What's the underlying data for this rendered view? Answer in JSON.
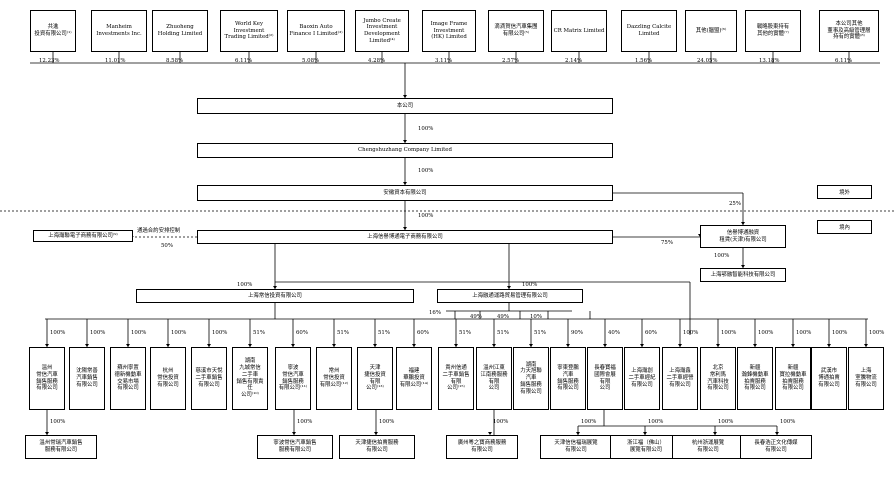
{
  "shareholders": [
    {
      "name": "共進\n投資有限公司⁽¹⁾",
      "pct": "12.23%"
    },
    {
      "name": "Manheim\nInvestments Inc.",
      "pct": "11.01%"
    },
    {
      "name": "Zhuoheng\nHolding Limited",
      "pct": "8.58%"
    },
    {
      "name": "World Key Investment\nTrading Limited⁽²⁾",
      "pct": "6.11%"
    },
    {
      "name": "Baoxin Auto\nFinance I Limited⁽³⁾",
      "pct": "5.08%"
    },
    {
      "name": "Jumbo Create\nInvestment\nDevelopment\nLimited⁽⁴⁾",
      "pct": "4.28%"
    },
    {
      "name": "Image Frame\nInvestment\n(HK) Limited",
      "pct": "3.11%"
    },
    {
      "name": "滴滴賀信汽車集團\n有限公司⁽⁵⁾",
      "pct": "2.57%"
    },
    {
      "name": "CR Matrix Limited",
      "pct": "2.14%"
    },
    {
      "name": "Dazzling Calcite\nLimited",
      "pct": "1.56%"
    },
    {
      "name": "其他(腦盟)⁽⁶⁾",
      "pct": "24.05%"
    },
    {
      "name": "戰略股東持有\n其他的實體⁽⁷⁾",
      "pct": "13.18%"
    },
    {
      "name": "本公司其他\n董事及高級管理層\n持有的實體⁽⁸⁾",
      "pct": "6.11%"
    }
  ],
  "company": "本公司",
  "chengshuzhang": "Chengshuzhang Company Limited",
  "anzhi": "安徽資本有限公司",
  "pct_100": "100%",
  "pct_25": "25%",
  "pct_75": "75%",
  "pct_50": "50%",
  "offshore": "境外",
  "onshore": "境內",
  "vie_label": "通過合約安排控制",
  "shanghai_tech": "上海瀚聯電子商務有限公司⁽⁹⁾",
  "shanghai_main": "上海信譽博通電子商務有限公司",
  "tianjin_box": "信譽博通融資\n租賃(天津)有限公司",
  "shanghai_smart": "上海鄂融智能科技有限公司",
  "lianxin": "上海常信投資有限公司",
  "lianghuo": "上海融通運路貿易管理有限公司",
  "pct_16": "16%",
  "pct_49": "49%",
  "pct_51": "51%",
  "pct_60": "60%",
  "pct_90": "90%",
  "pct_40": "40%",
  "subsidiaries": [
    {
      "name": "溫州\n常信汽車\n銷售服務\n有限公司",
      "pct": "100%"
    },
    {
      "name": "沈陽常善\n汽車銷售\n有限公司",
      "pct": "100%"
    },
    {
      "name": "蘇州寧置\n德新機動車\n交易市場\n有限公司",
      "pct": "100%"
    },
    {
      "name": "杭州\n常信投資\n有限公司",
      "pct": "100%"
    },
    {
      "name": "慈溪市天悅\n二手車銷售\n有限公司",
      "pct": "100%"
    },
    {
      "name": "湖南\n九城常信\n二手車\n銷售有限責任\n公司⁽¹⁰⁾",
      "pct": "51%"
    },
    {
      "name": "寧波\n常信汽車\n銷售服務\n有限公司⁽¹¹⁾",
      "pct": "60%"
    },
    {
      "name": "常州\n常信投資\n有限公司⁽¹²⁾",
      "pct": "51%"
    },
    {
      "name": "天津\n捷信投資\n有限\n公司⁽¹³⁾",
      "pct": "51%"
    },
    {
      "name": "福建\n華鵬投資\n有限公司⁽¹⁴⁾",
      "pct": "60%"
    },
    {
      "name": "貴州信通\n二手車銷售\n有限\n公司⁽¹⁵⁾",
      "pct": "51%"
    },
    {
      "name": "溫州江東\n江南務服務\n有限\n公司",
      "pct": "51%"
    },
    {
      "name": "湖南\n力天旭聯\n汽車\n銷售服務\n有限公司",
      "pct": "51%"
    },
    {
      "name": "寧東登鵬\n汽車\n銷售服務\n有限公司",
      "pct": "90%"
    },
    {
      "name": "長春寶福\n國際會展\n有限\n公司",
      "pct": "40%"
    },
    {
      "name": "上海瀚創\n二手車經紀\n有限公司",
      "pct": "60%"
    },
    {
      "name": "上海瀚鑫\n二手車經營\n有限公司",
      "pct": "100%"
    },
    {
      "name": "北京\n常利馬\n汽車科技\n有限公司",
      "pct": "100%"
    },
    {
      "name": "新疆\n瀚鋒機動車\n拍賣服務\n有限公司",
      "pct": "100%"
    },
    {
      "name": "新疆\n寶拉機動車\n拍賣服務\n有限公司",
      "pct": "100%"
    },
    {
      "name": "武漢市\n博通拍賣\n有限公司",
      "pct": "100%"
    },
    {
      "name": "上海\n室騰物流\n有限公司",
      "pct": "100%"
    }
  ],
  "bottom_entities": [
    {
      "name": "溫州常瑞汽車銷售\n服務有限公司",
      "pct": "100%"
    },
    {
      "name": "寧波常信汽車銷售\n服務有限公司",
      "pct": "100%"
    },
    {
      "name": "天津捷信拍賣服務\n有限公司",
      "pct": "100%"
    },
    {
      "name": "廣州粵之寶商務服務\n有限公司",
      "pct": "100%"
    },
    {
      "name": "天津信信福瑞展覽\n有限公司",
      "pct": "100%"
    },
    {
      "name": "浙江福（佛山）\n展覽有限公司",
      "pct": "100%"
    },
    {
      "name": "杭州浙運展覽\n有限公司",
      "pct": "100%"
    },
    {
      "name": "長春浩正文化傳媒\n有限公司",
      "pct": "100%"
    }
  ]
}
